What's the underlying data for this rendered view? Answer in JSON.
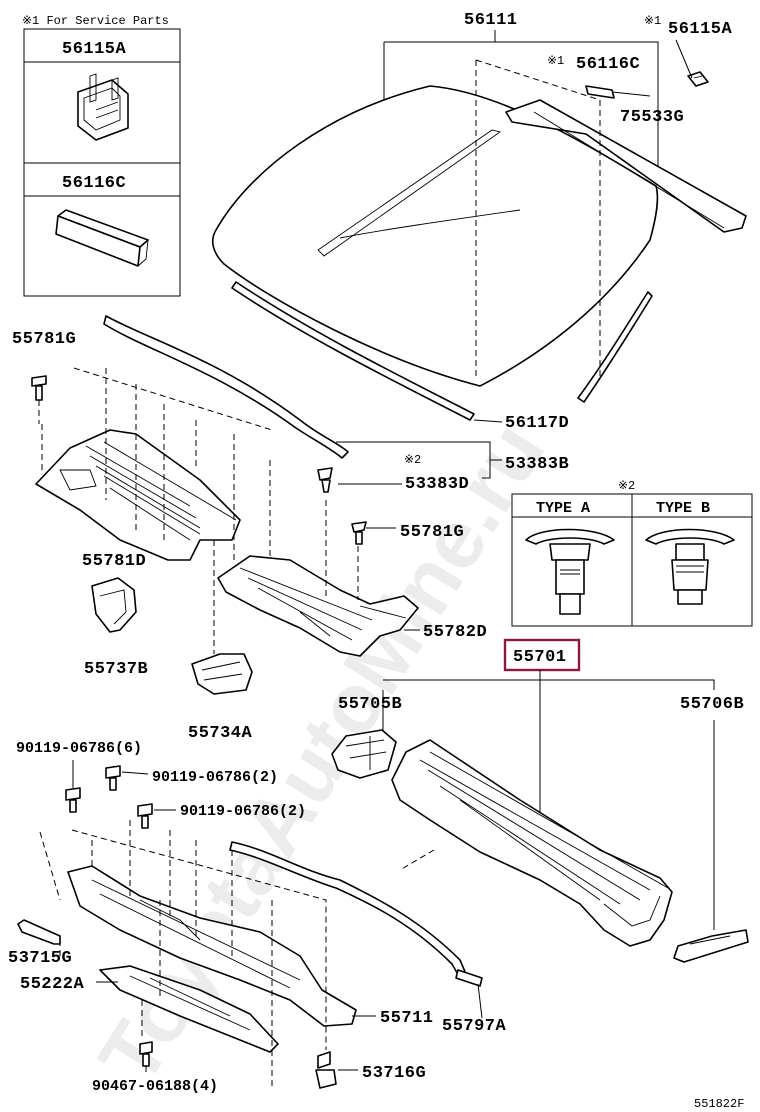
{
  "service_note": "※1 For Service Parts",
  "service_parts": [
    {
      "label": "56115A",
      "icon": "clip-part-56115a"
    },
    {
      "label": "56116C",
      "icon": "pad-part-56116c"
    }
  ],
  "labels": {
    "p56111": "56111",
    "p56115A": "56115A",
    "p56116C": "56116C",
    "p75533G": "75533G",
    "p56117D": "56117D",
    "p55781G_top": "55781G",
    "p53383B": "53383B",
    "p53383D": "53383D",
    "p55781G_mid": "55781G",
    "p55781D": "55781D",
    "p55782D": "55782D",
    "p55737B": "55737B",
    "p55734A": "55734A",
    "p55701": "55701",
    "p55705B": "55705B",
    "p55706B": "55706B",
    "p90119_6": "90119-06786(6)",
    "p90119_2a": "90119-06786(2)",
    "p90119_2b": "90119-06786(2)",
    "p53715G": "53715G",
    "p55222A": "55222A",
    "p55711": "55711",
    "p55797A": "55797A",
    "p53716G": "53716G",
    "p90467": "90467-06188(4)"
  },
  "mark1": "※1",
  "mark2": "※2",
  "type_box": {
    "mark": "※2",
    "type_a": "TYPE A",
    "type_b": "TYPE B"
  },
  "highlight_color": "#8b1a3a",
  "diagram_code": "551822F",
  "watermark": "ToyotaAutoMine.ru"
}
